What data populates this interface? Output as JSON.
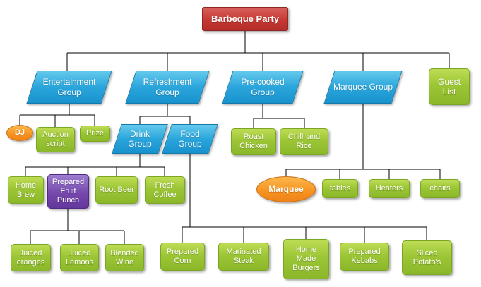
{
  "palette": {
    "root_red": "#c63832",
    "group_blue": "#2aa6dc",
    "item_green": "#9cc636",
    "special_purple": "#7748ad",
    "accent_orange": "#f6921e",
    "connector_black": "#000000",
    "background": "#ffffff"
  },
  "nodes": {
    "root": {
      "label": "Barbeque Party"
    },
    "entertainment": {
      "label": "Entertainment Group"
    },
    "refreshment": {
      "label": "Refreshment Group"
    },
    "precooked": {
      "label": "Pre-cooked Group"
    },
    "marquee_group": {
      "label": "Marquee Group"
    },
    "guest_list": {
      "label": "Guest List"
    },
    "dj": {
      "label": "DJ"
    },
    "auction_script": {
      "label": "Auction script"
    },
    "prize": {
      "label": "Prize"
    },
    "drink_group": {
      "label": "Drink Group"
    },
    "food_group": {
      "label": "Food Group"
    },
    "roast_chicken": {
      "label": "Roast Chicken"
    },
    "chilli_rice": {
      "label": "Chilli and Rice"
    },
    "marquee": {
      "label": "Marquee"
    },
    "tables": {
      "label": "tables"
    },
    "heaters": {
      "label": "Heaters"
    },
    "chairs": {
      "label": "chairs"
    },
    "home_brew": {
      "label": "Home Brew"
    },
    "fruit_punch": {
      "label": "Prepared Fruit Punch"
    },
    "root_beer": {
      "label": "Root Beer"
    },
    "fresh_coffee": {
      "label": "Fresh Coffee"
    },
    "juiced_oranges": {
      "label": "Juiced oranges"
    },
    "juiced_lemons": {
      "label": "Juiced Lemons"
    },
    "blended_wine": {
      "label": "Blended Wine"
    },
    "prepared_corn": {
      "label": "Prepared Corn"
    },
    "marinated_steak": {
      "label": "Marinated Steak"
    },
    "home_made_burgers": {
      "label": "Home Made Burgers"
    },
    "prepared_kebabs": {
      "label": "Prepared Kebabs"
    },
    "sliced_potatos": {
      "label": "Sliced Potato's"
    }
  }
}
